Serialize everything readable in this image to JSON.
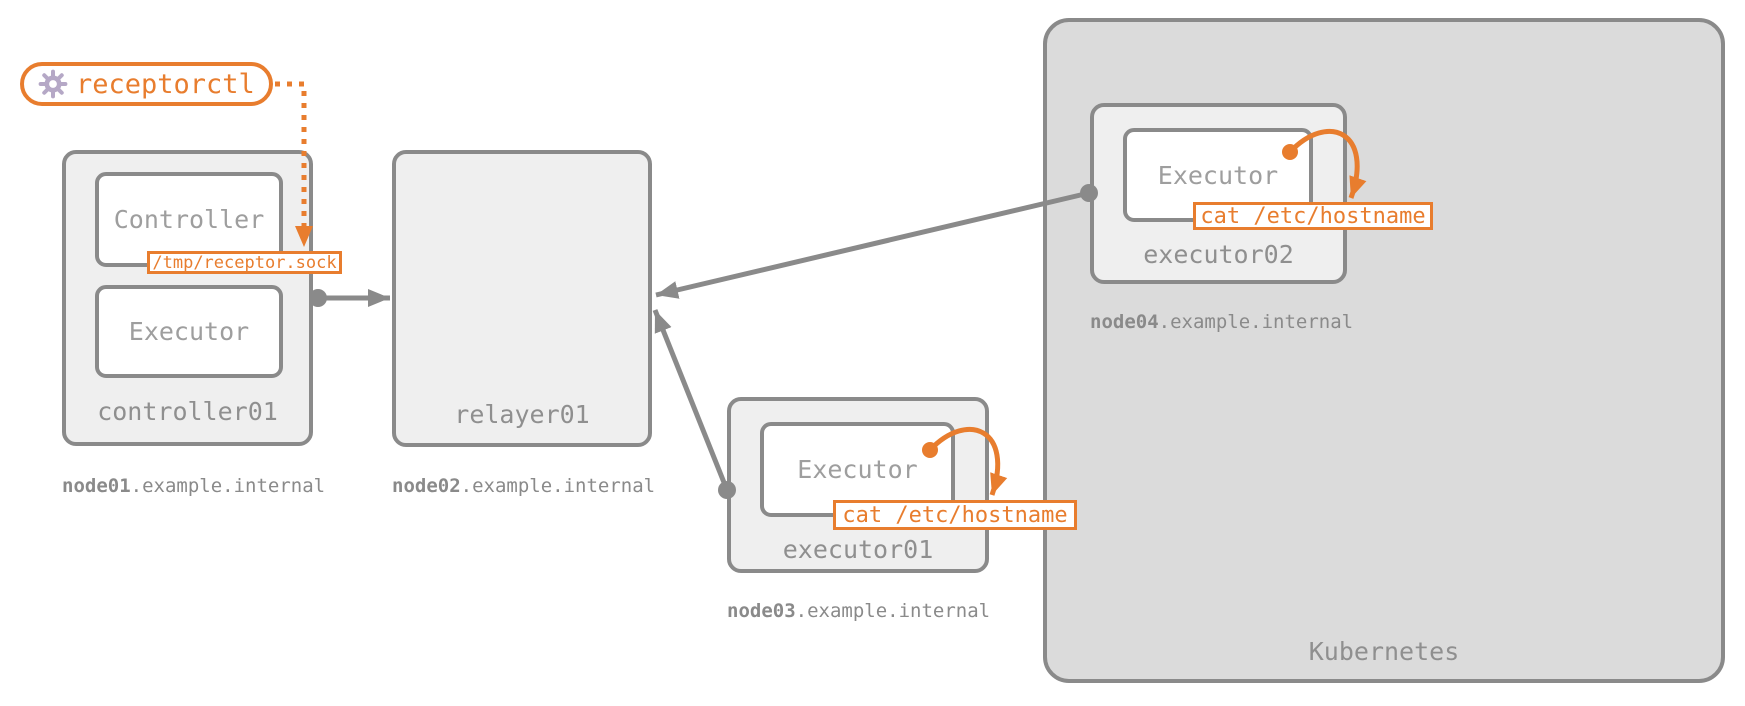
{
  "colors": {
    "accent_orange": "#e87d2e",
    "edge_gray": "#8a8a8a",
    "node_fill": "#efefef",
    "kubernetes_fill": "#dbdbdb",
    "process_fill": "#ffffff",
    "text_gray": "#8f8f8f",
    "gear_lavender": "#b5a8c6"
  },
  "cli": {
    "label": "receptorctl"
  },
  "socket": {
    "label": "/tmp/receptor.sock"
  },
  "kubernetes": {
    "label": "Kubernetes"
  },
  "nodes": {
    "controller01": {
      "name": "controller01",
      "host_bold": "node01",
      "host_rest": ".example.internal",
      "processes": [
        "Controller",
        "Executor"
      ]
    },
    "relayer01": {
      "name": "relayer01",
      "host_bold": "node02",
      "host_rest": ".example.internal"
    },
    "executor01": {
      "name": "executor01",
      "host_bold": "node03",
      "host_rest": ".example.internal",
      "process": "Executor",
      "command": "cat /etc/hostname"
    },
    "executor02": {
      "name": "executor02",
      "host_bold": "node04",
      "host_rest": ".example.internal",
      "process": "Executor",
      "command": "cat /etc/hostname"
    }
  },
  "edges": [
    {
      "from": "controller01",
      "to": "relayer01",
      "style": "solid-arrow"
    },
    {
      "from": "executor01",
      "to": "relayer01",
      "style": "solid-arrow"
    },
    {
      "from": "executor02",
      "to": "relayer01",
      "style": "solid-arrow"
    },
    {
      "from": "receptorctl",
      "to": "/tmp/receptor.sock",
      "style": "dotted-arrow"
    },
    {
      "from": "executor01.Executor",
      "to": "cat /etc/hostname",
      "style": "self-loop"
    },
    {
      "from": "executor02.Executor",
      "to": "cat /etc/hostname",
      "style": "self-loop"
    }
  ]
}
